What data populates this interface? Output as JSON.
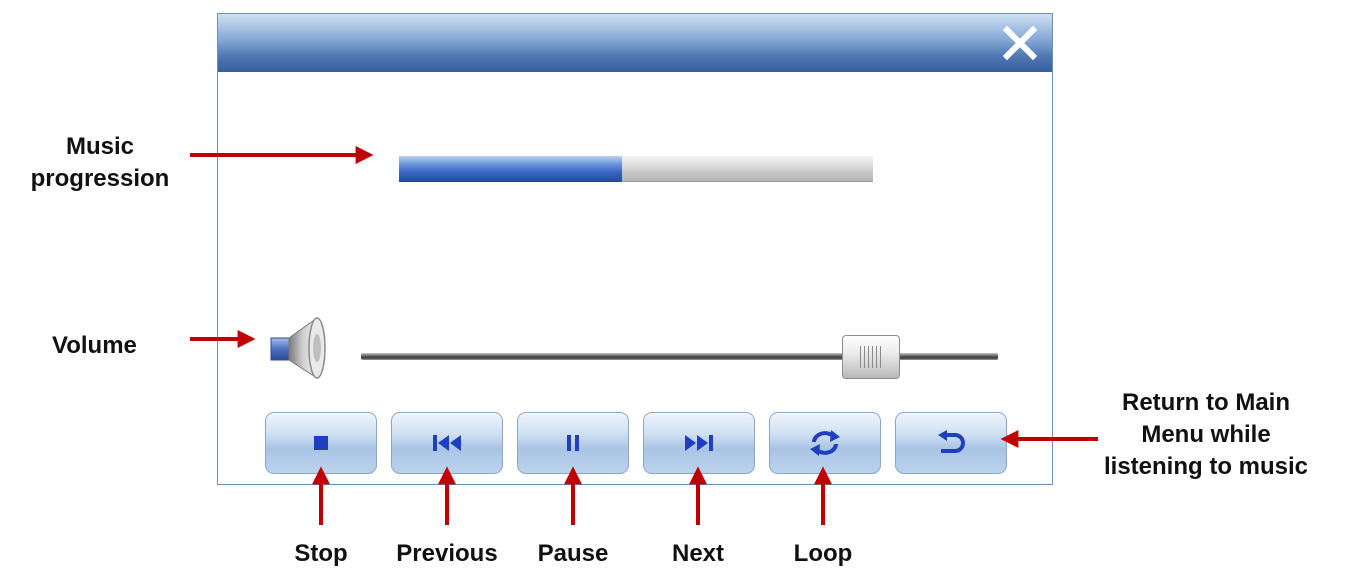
{
  "player": {
    "progress_percent": 47,
    "volume_percent": 83,
    "buttons": [
      {
        "id": "stop",
        "icon": "stop-icon"
      },
      {
        "id": "previous",
        "icon": "previous-icon"
      },
      {
        "id": "pause",
        "icon": "pause-icon"
      },
      {
        "id": "next",
        "icon": "next-icon"
      },
      {
        "id": "loop",
        "icon": "loop-icon"
      },
      {
        "id": "return",
        "icon": "return-icon"
      }
    ],
    "close_icon": "close-icon",
    "speaker_icon": "speaker-icon"
  },
  "annotations": {
    "music_progression_line1": "Music",
    "music_progression_line2": "progression",
    "volume": "Volume",
    "return_line1": "Return to Main",
    "return_line2": "Menu while",
    "return_line3": "listening to music",
    "stop": "Stop",
    "previous": "Previous",
    "pause": "Pause",
    "next": "Next",
    "loop": "Loop"
  },
  "colors": {
    "arrow": "#c00000",
    "titlebar": "#4f78b3",
    "progress_fill": "#3867c2",
    "icon": "#1f3fbf"
  }
}
